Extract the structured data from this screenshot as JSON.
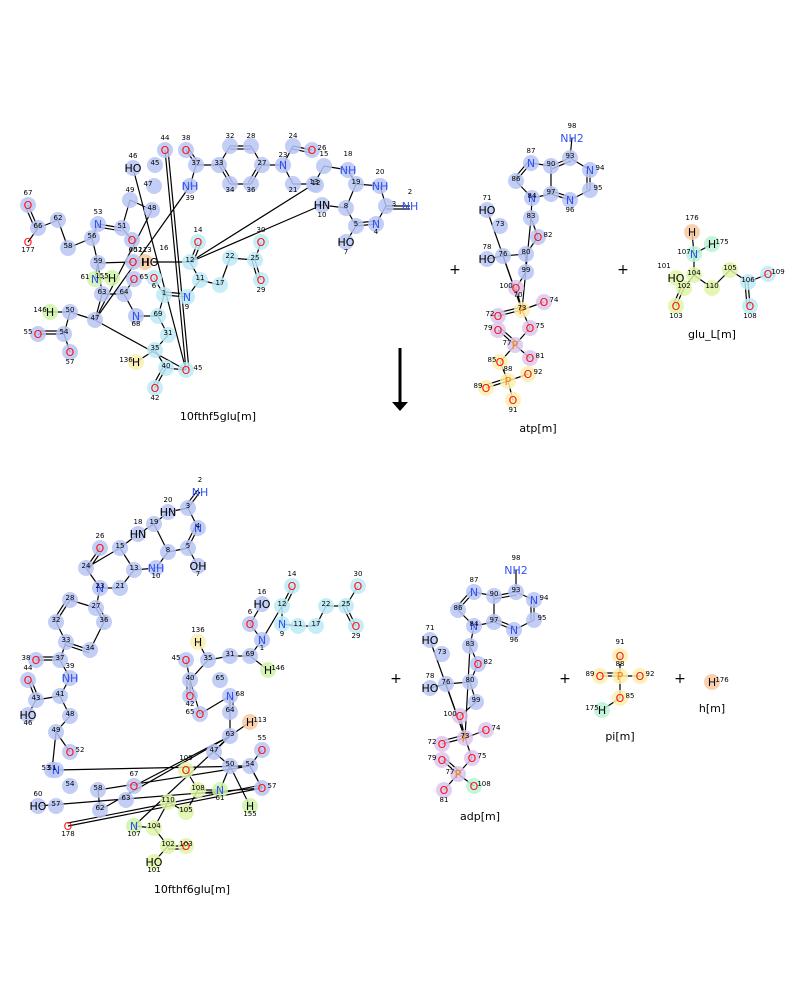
{
  "colors": {
    "bond": "#000000",
    "N": "#3050F8",
    "O": "#FF0D0D",
    "P": "#FF8000",
    "H": "#000000",
    "halo_blue": "#b9c6f5",
    "halo_cyan": "#bdebf7",
    "halo_green": "#cff3a8",
    "halo_purple": "#dcc7f0",
    "halo_yellow": "#fbefad",
    "halo_orange": "#f9c9a0",
    "halo_mint": "#b8f2d6",
    "halo_lime": "#dff5a6"
  },
  "reactants": [
    {
      "name": "10fthf5glu[m]"
    },
    {
      "name": "atp[m]"
    },
    {
      "name": "glu_L[m]"
    }
  ],
  "products": [
    {
      "name": "10fthf6glu[m]"
    },
    {
      "name": "adp[m]"
    },
    {
      "name": "pi[m]"
    },
    {
      "name": "h[m]"
    }
  ],
  "operators": {
    "plus": "+"
  },
  "atom_labels": {
    "O": "O",
    "N": "N",
    "H": "H",
    "P": "P",
    "HO": "HO",
    "NH": "NH",
    "HN": "HN",
    "NH2": "NH2",
    "OH": "OH",
    "minus": "-",
    "plus": "+"
  }
}
